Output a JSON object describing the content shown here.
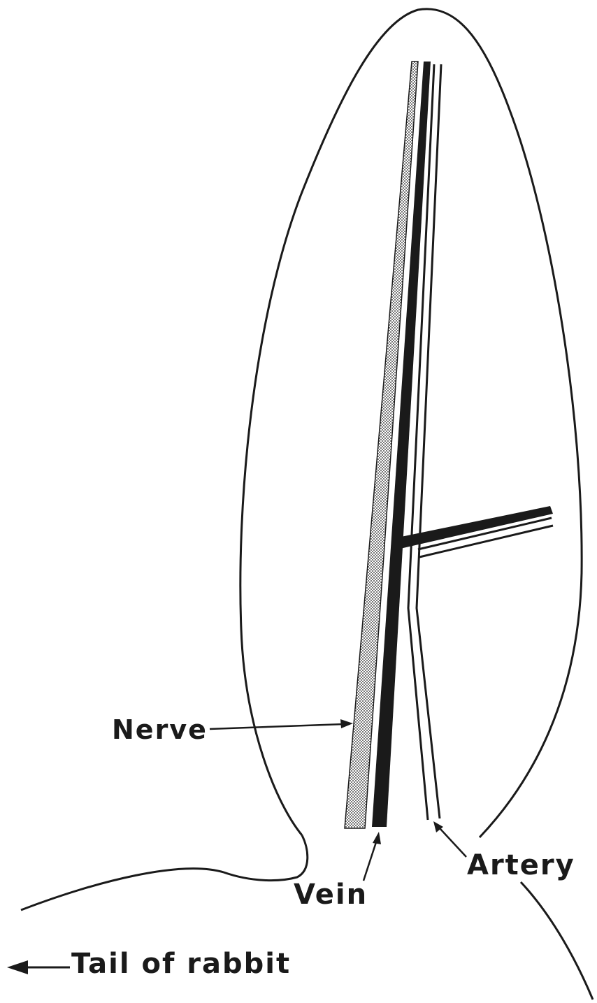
{
  "labels": {
    "nerve": "Nerve",
    "vein": "Vein",
    "artery": "Artery",
    "tail": "Tail of rabbit"
  },
  "colors": {
    "ink": "#1a1a1a",
    "background": "#ffffff"
  }
}
